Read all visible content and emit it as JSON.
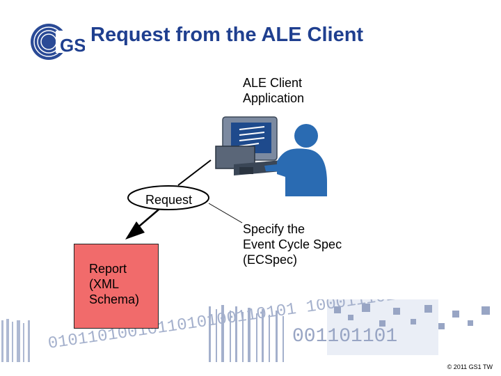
{
  "title": "Request from the ALE Client",
  "logo": {
    "text": "GS1",
    "color": "#1f3f8f"
  },
  "client": {
    "line1": "ALE Client",
    "line2": "Application"
  },
  "request_label": "Request",
  "specify": {
    "line1": "Specify the",
    "line2": "Event Cycle Spec",
    "line3": "(ECSpec)"
  },
  "report": {
    "line1": "Report",
    "line2": "(XML",
    "line3": "Schema)",
    "color": "#f16b6b"
  },
  "footer": {
    "copyright": "© 2011 GS1 TW"
  },
  "binary_strip": {
    "text": "0101101001011010100110101 1000111010"
  }
}
